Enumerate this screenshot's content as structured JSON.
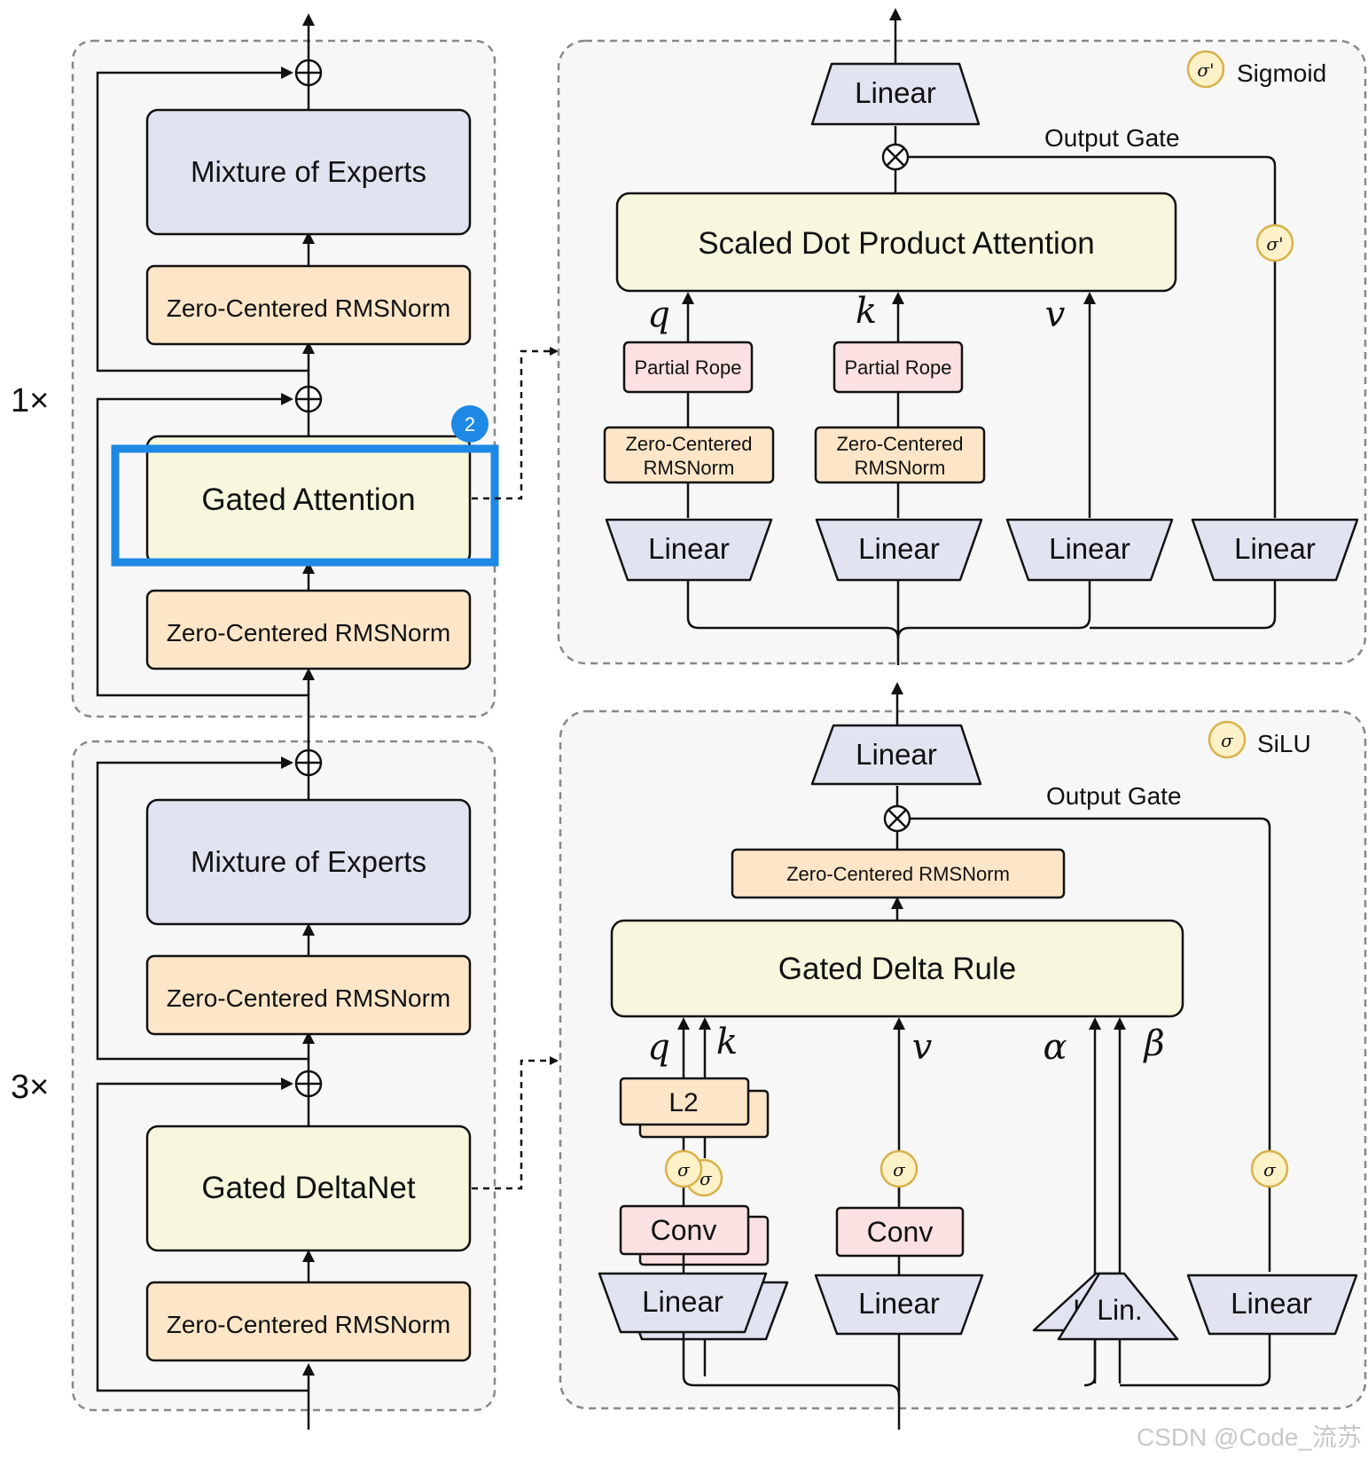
{
  "left": {
    "top_block": {
      "repeat": "1×",
      "moe": "Mixture of Experts",
      "norm1": "Zero-Centered RMSNorm",
      "attention": "Gated Attention",
      "norm2": "Zero-Centered RMSNorm",
      "badge": "2"
    },
    "bottom_block": {
      "repeat": "3×",
      "moe": "Mixture of Experts",
      "norm1": "Zero-Centered RMSNorm",
      "deltanet": "Gated DeltaNet",
      "norm2": "Zero-Centered RMSNorm"
    }
  },
  "attention_detail": {
    "legend_symbol": "σ'",
    "legend_label": "Sigmoid",
    "out_linear": "Linear",
    "output_gate": "Output Gate",
    "sdpa": "Scaled Dot Product Attention",
    "gate_symbol": "σ'",
    "q": "q",
    "k": "k",
    "v": "v",
    "rope_q": "Partial Rope",
    "rope_k": "Partial Rope",
    "norm_q_l1": "Zero-Centered",
    "norm_q_l2": "RMSNorm",
    "norm_k_l1": "Zero-Centered",
    "norm_k_l2": "RMSNorm",
    "linear_q": "Linear",
    "linear_k": "Linear",
    "linear_v": "Linear",
    "linear_g": "Linear"
  },
  "delta_detail": {
    "legend_symbol": "σ",
    "legend_label": "SiLU",
    "out_linear": "Linear",
    "output_gate": "Output Gate",
    "norm": "Zero-Centered RMSNorm",
    "rule": "Gated Delta Rule",
    "q": "q",
    "k": "k",
    "v": "v",
    "alpha": "α",
    "beta": "β",
    "l2": "L2",
    "sigma_qk_front": "σ",
    "sigma_qk_back": "σ",
    "sigma_v": "σ",
    "sigma_g": "σ",
    "conv_qk": "Conv",
    "conv_v": "Conv",
    "linear_qk": "Linear",
    "linear_v": "Linear",
    "linear_ab_back": "Li",
    "linear_ab_front": "Lin.",
    "linear_g": "Linear"
  },
  "watermark": "CSDN @Code_流苏"
}
